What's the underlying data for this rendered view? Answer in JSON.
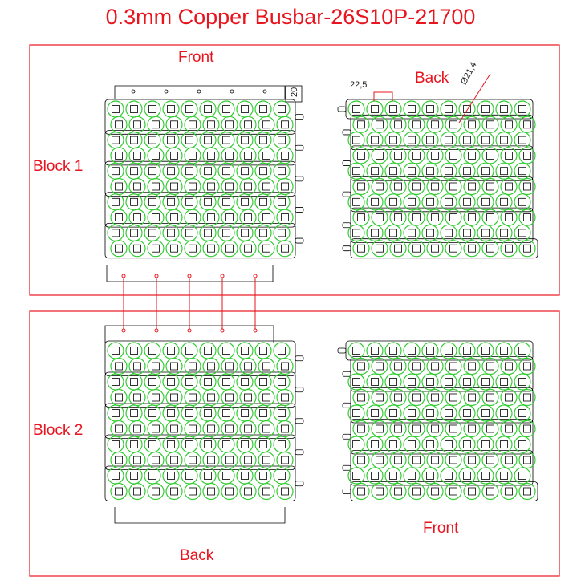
{
  "title": "0.3mm Copper Busbar-26S10P-21700",
  "block1": {
    "label": "Block 1",
    "front_label": "Front",
    "back_label": "Back"
  },
  "block2": {
    "label": "Block 2",
    "front_label": "Front",
    "back_label": "Back"
  },
  "dimensions": {
    "pitch": "22,5",
    "diameter": "Ø21,4",
    "tab_height": "20"
  },
  "grid": {
    "columns": 10,
    "front_rows": 10,
    "back_rows": 10,
    "series": 26,
    "parallel": 10
  },
  "colors": {
    "title": "#e8141e",
    "frame": "#e8141e",
    "cell": "#33cc33",
    "outline": "#000000"
  }
}
